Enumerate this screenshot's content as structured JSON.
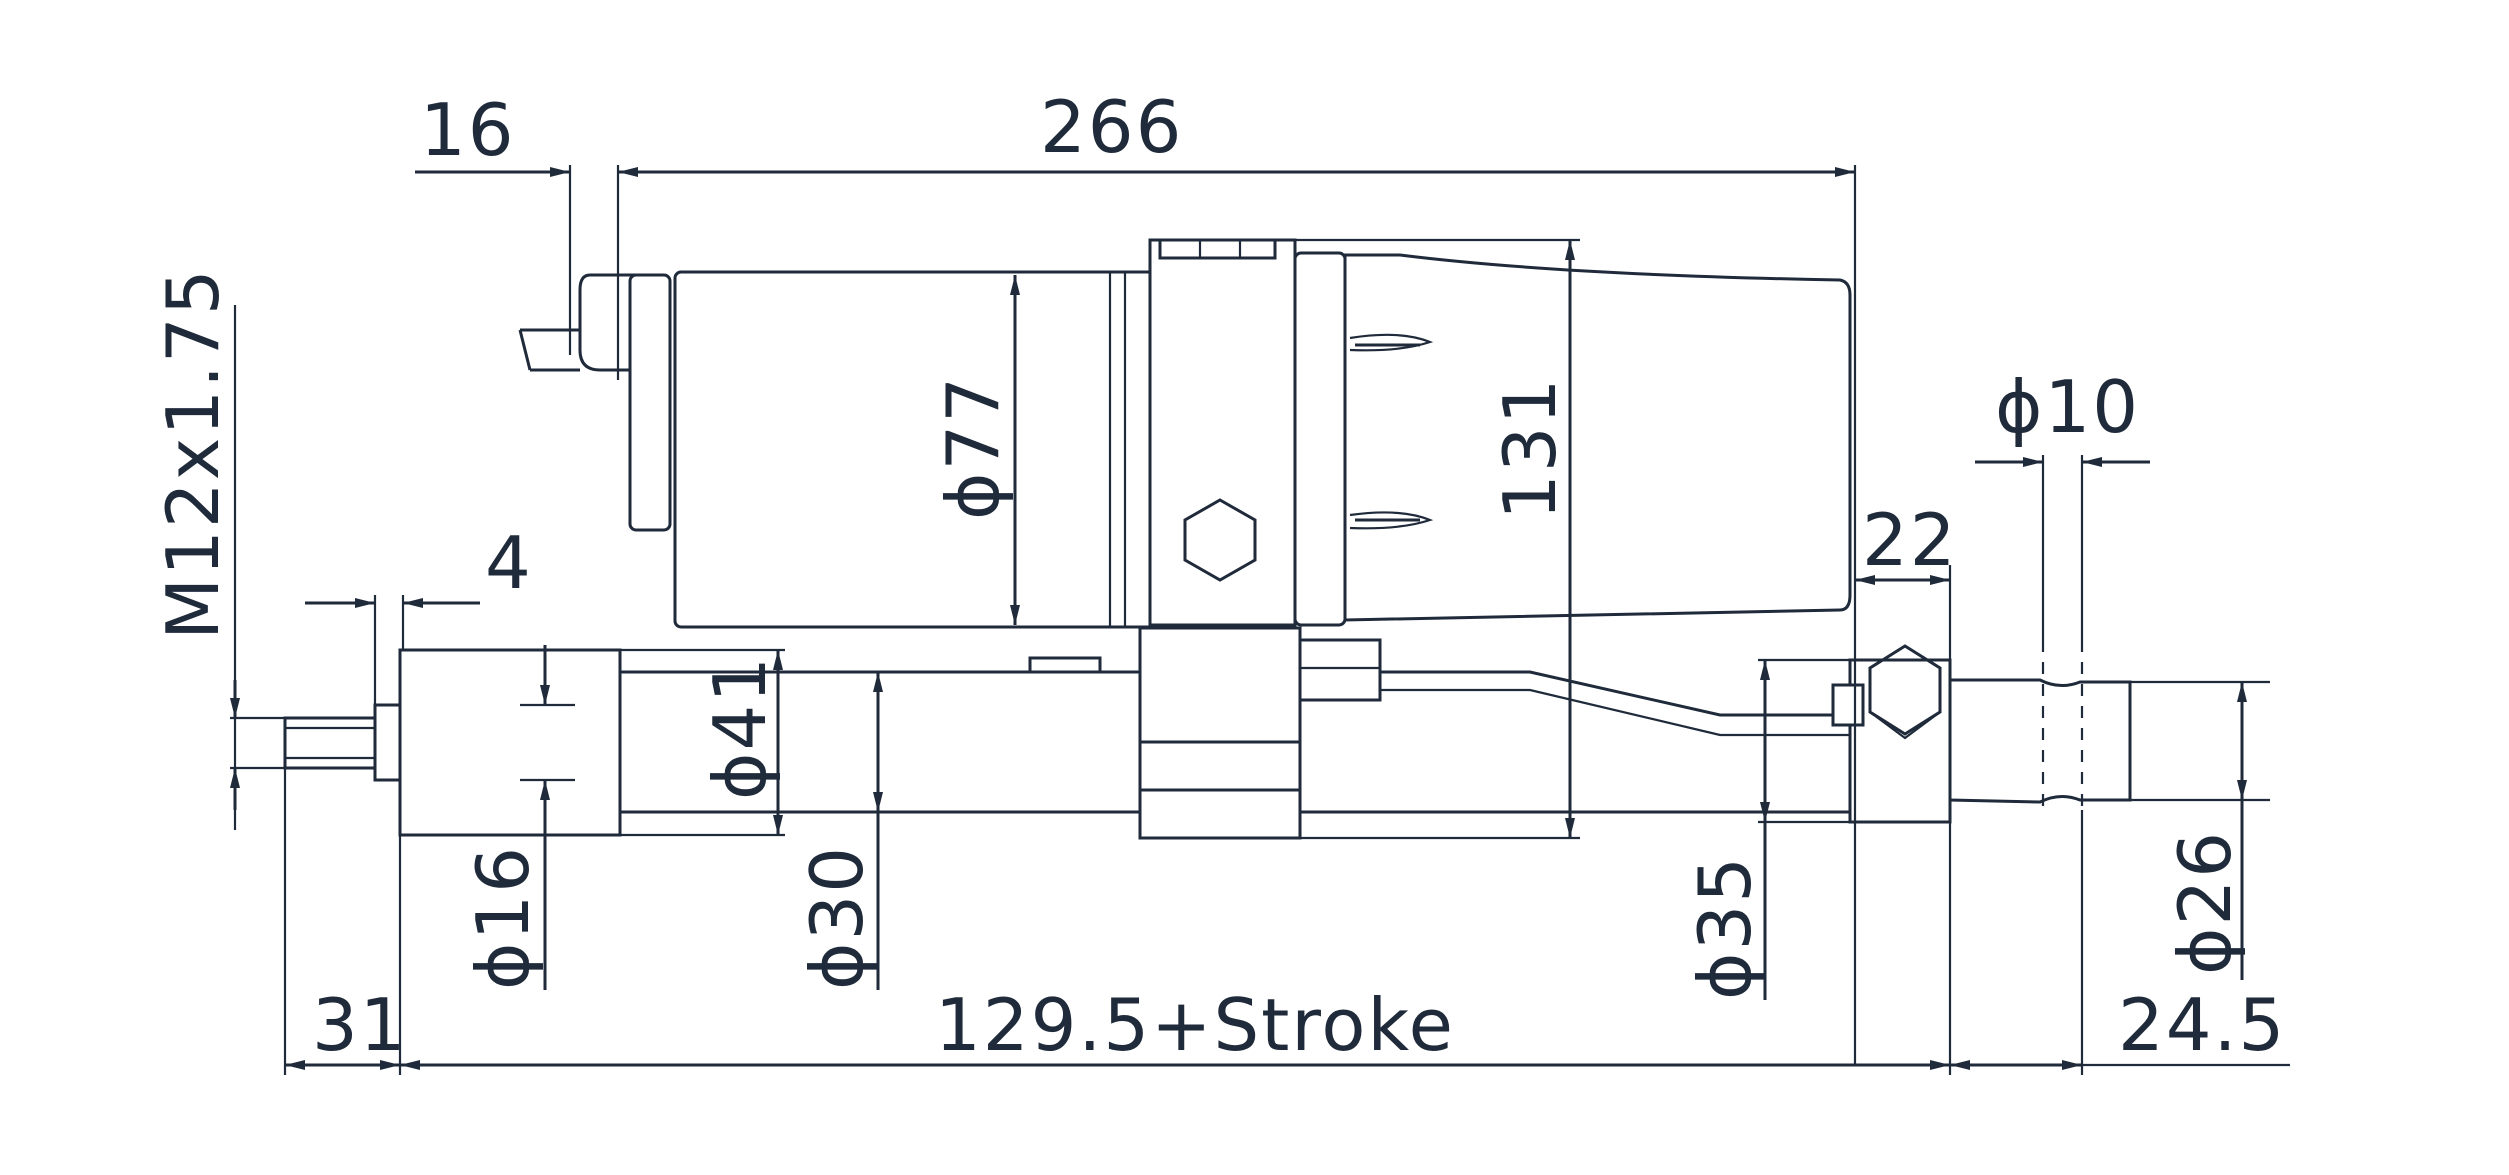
{
  "drawing": {
    "line_color": "#1f2a3a",
    "background": "#ffffff",
    "dimensions": {
      "d16_top": "16",
      "d266": "266",
      "m12": "M12x1.75",
      "d4": "4",
      "phi77": "ϕ77",
      "d131": "131",
      "phi10": "ϕ10",
      "d22": "22",
      "phi41": "ϕ41",
      "phi16": "ϕ16",
      "phi30": "ϕ30",
      "phi35": "ϕ35",
      "phi26": "ϕ26",
      "d31": "31",
      "d129": "129.5+Stroke",
      "d24": "24.5"
    }
  }
}
